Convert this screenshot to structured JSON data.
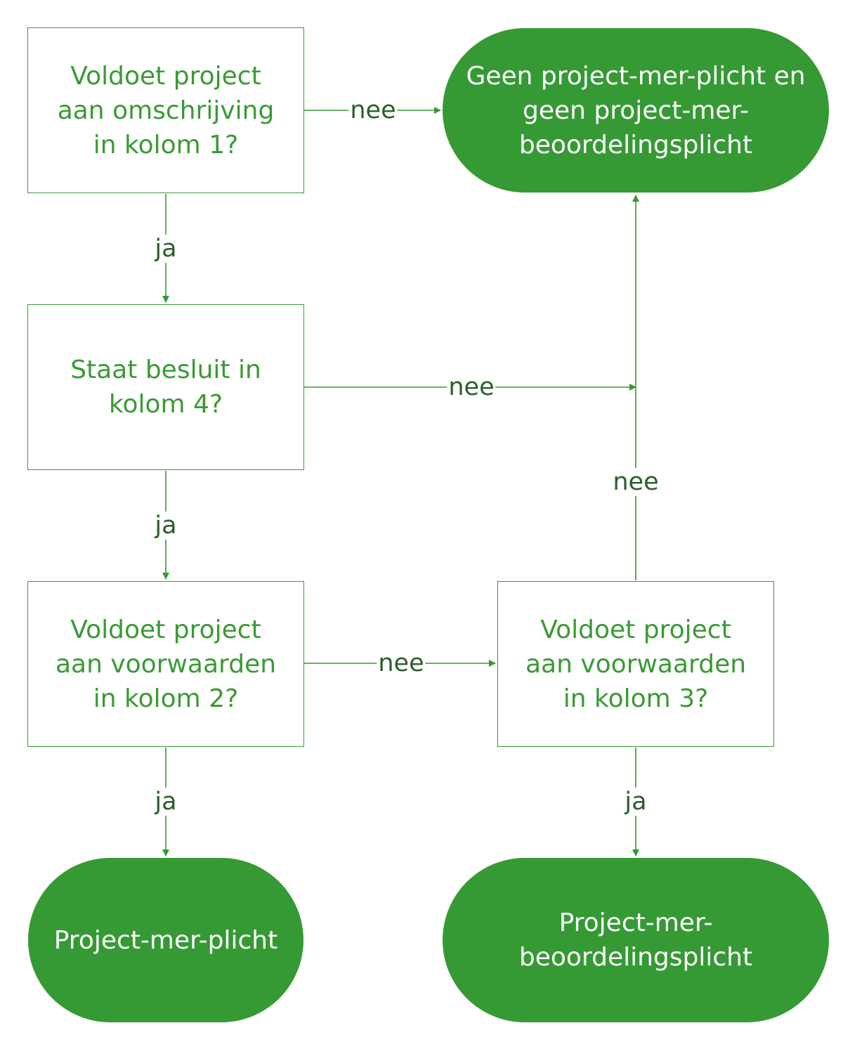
{
  "nodes": {
    "q_kolom1": "Voldoet project aan omschrijving in kolom 1?",
    "q_kolom4": "Staat besluit in kolom 4?",
    "q_kolom2": "Voldoet project aan voorwaarden in kolom 2?",
    "q_kolom3": "Voldoet project aan voorwaarden in kolom 3?",
    "end_geen": "Geen project-mer-plicht en geen project-mer-beoordelingsplicht",
    "end_plicht": "Project-mer-plicht",
    "end_beoordeling": "Project-mer-beoordelingsplicht"
  },
  "edges": {
    "k1_nee": "nee",
    "k1_ja": "ja",
    "k4_nee": "nee",
    "k4_ja": "ja",
    "k2_nee": "nee",
    "k2_ja": "ja",
    "k3_nee": "nee",
    "k3_ja": "ja"
  },
  "colors": {
    "accent": "#359a34",
    "label_text": "#2c5e2a"
  }
}
